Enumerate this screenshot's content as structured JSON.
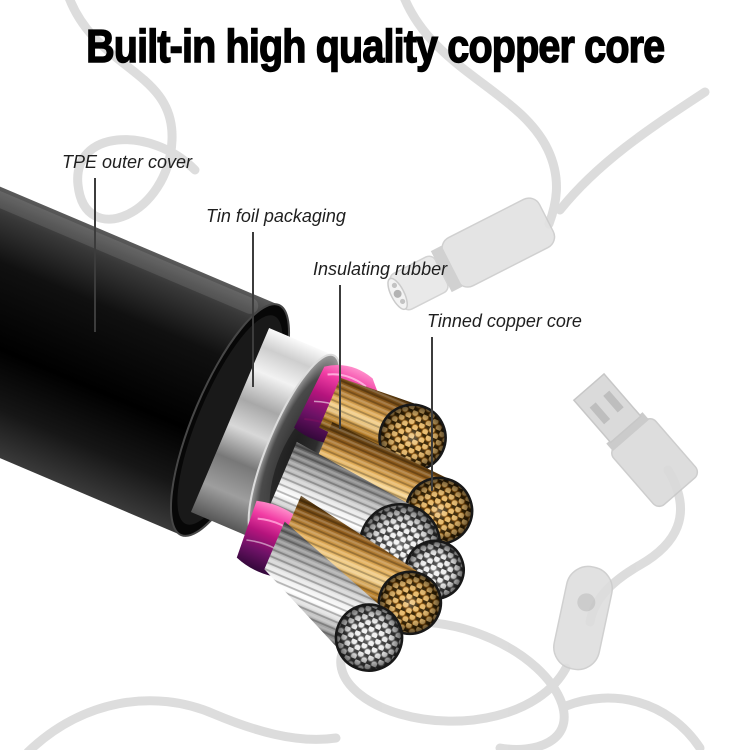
{
  "title": "Built-in high quality copper core",
  "callouts": [
    {
      "label": "TPE outer cover"
    },
    {
      "label": "Tin foil packaging"
    },
    {
      "label": "Insulating rubber"
    },
    {
      "label": "Tinned copper core"
    }
  ],
  "colors": {
    "title_color": "#000000",
    "label_color": "#1f1f1f",
    "leader_color": "#3c3c3c",
    "copper_core": "#d9a64f",
    "tinned_core": "#e0e0e0",
    "insulation_pink": "#d6308f",
    "jacket_black": "#0d0d0d",
    "foil_silver": "#b5b5b5",
    "background_cable_gray": "#d7d7d7"
  }
}
